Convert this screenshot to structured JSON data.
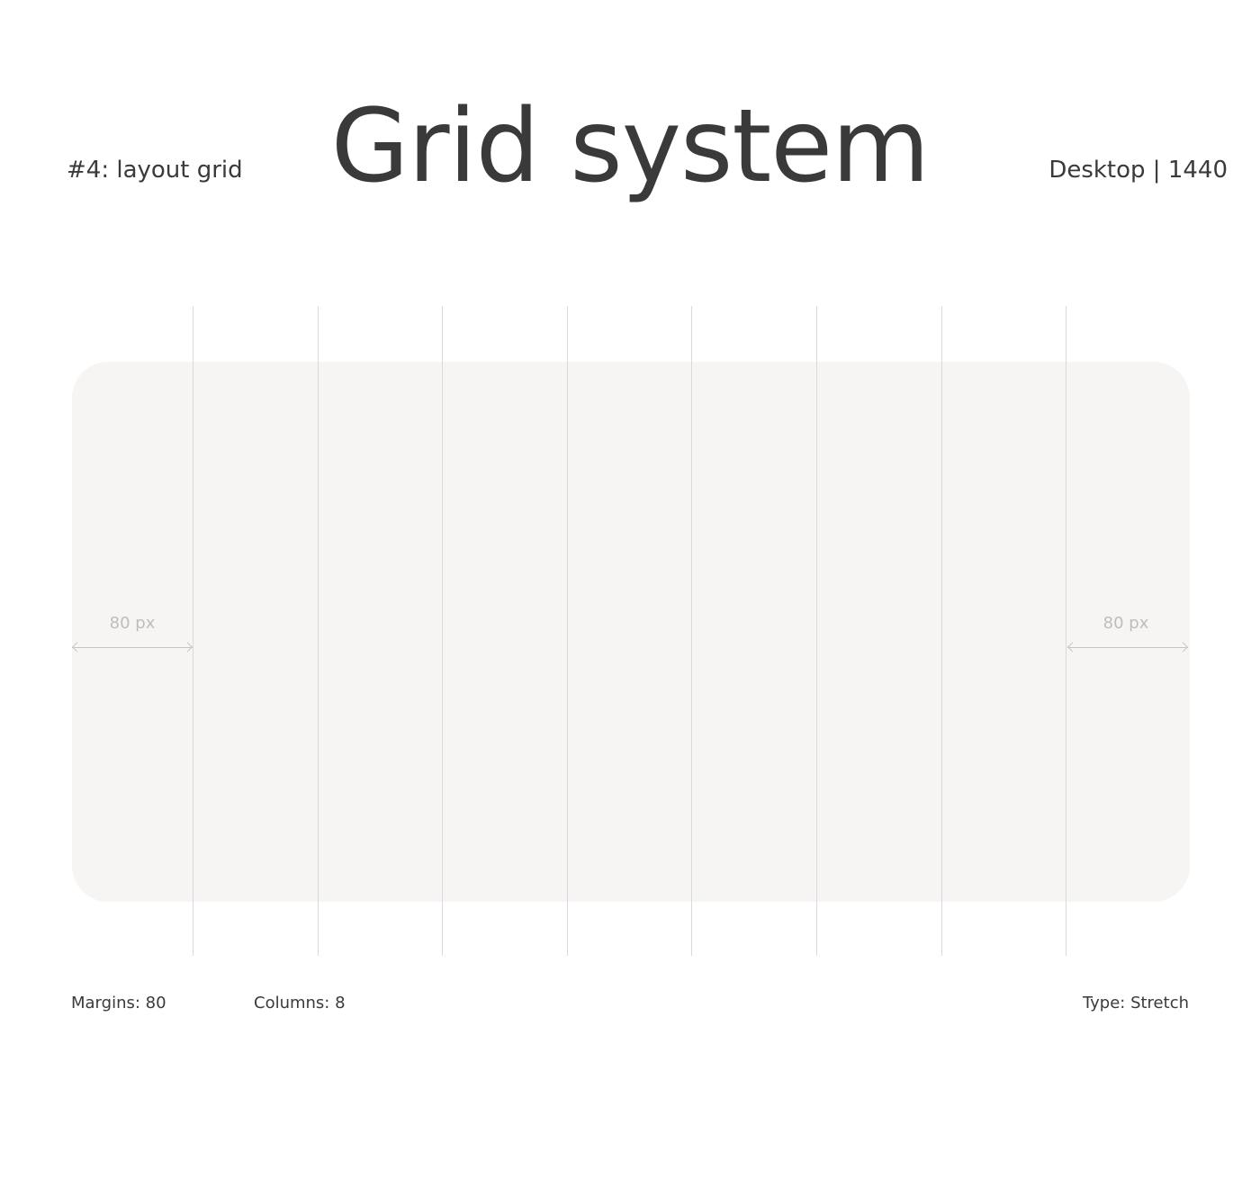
{
  "header": {
    "title": "Grid system",
    "subtitle_left": "#4: layout grid",
    "subtitle_right": "Desktop | 1440"
  },
  "grid": {
    "margin_label_left": "80 px",
    "margin_label_right": "80 px",
    "column_count": 8,
    "panel_color": "#f7f5f3",
    "line_color": "#d9d9d9"
  },
  "footer": {
    "margins": "Margins: 80",
    "columns": "Columns: 8",
    "type": "Type: Stretch"
  }
}
